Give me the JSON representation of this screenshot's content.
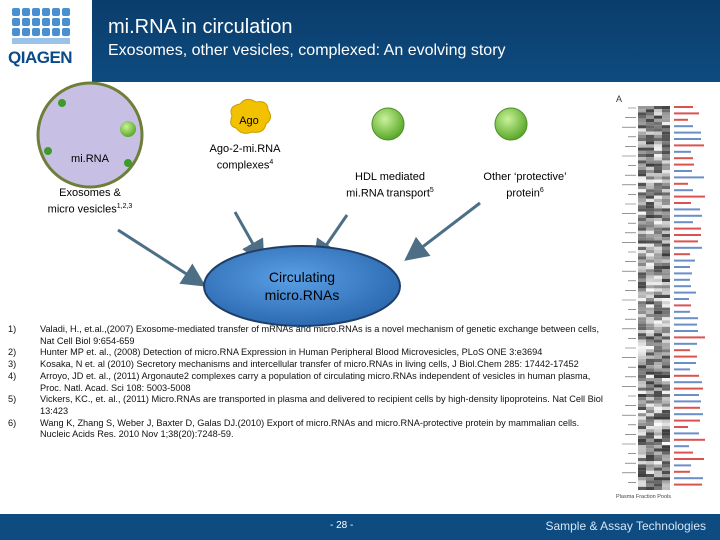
{
  "header": {
    "logo_text": "QIAGEN",
    "title": "mi.RNA in circulation",
    "subtitle": "Exosomes, other vesicles, complexed:  An evolving story"
  },
  "diagram": {
    "ago_label": "Ago",
    "mirna_label": "mi.RNA",
    "exosomes_label_line1": "Exosomes &",
    "exosomes_label_line2": "micro vesicles",
    "exosomes_sup": "1,2,3",
    "ago2_label_line1": "Ago-2-mi.RNA",
    "ago2_label_line2": "complexes",
    "ago2_sup": "4",
    "hdl_label_line1": "HDL mediated",
    "hdl_label_line2": "mi.RNA transport",
    "hdl_sup": "5",
    "protein_label_line1": "Other ‘protective’",
    "protein_label_line2": "protein",
    "protein_sup": "6",
    "center_line1": "Circulating",
    "center_line2": "micro.RNAs"
  },
  "references": [
    {
      "num": "1)",
      "text": "Valadi, H., et.al.,(2007) Exosome-mediated transfer of mRNAs and micro.RNAs is a novel mechanism of genetic exchange between cells, Nat Cell Biol 9:654-659"
    },
    {
      "num": "2)",
      "text": "Hunter MP et. al., (2008) Detection of micro.RNA Expression in Human Peripheral Blood Microvesicles, PLoS ONE 3:e3694"
    },
    {
      "num": "3)",
      "text": "Kosaka, N et. al (2010) Secretory mechanisms and intercellular transfer of micro.RNAs in living cells, J Biol.Chem 285: 17442-17452"
    },
    {
      "num": "4)",
      "text": "Arroyo, JD et. al., (2011) Argonaute2 complexes carry a population of circulating micro.RNAs independent of vesicles in human plasma, Proc. Natl. Acad. Sci 108: 5003-5008"
    },
    {
      "num": "5)",
      "text": "Vickers, KC., et. al., (2011) Micro.RNAs are transported in plasma and delivered to recipient cells by high-density lipoproteins. Nat Cell Biol 13:423"
    },
    {
      "num": "6)",
      "text": "Wang K, Zhang S, Weber J, Baxter D, Galas DJ.(2010) Export of micro.RNAs and micro.RNA-protective protein by mammalian cells. Nucleic Acids Res. 2010 Nov 1;38(20):7248-59."
    }
  ],
  "heatmap": {
    "panel_letter": "A",
    "bottom_label": "Plasma Fraction Pools"
  },
  "footer": {
    "page": "- 28 -",
    "tagline": "Sample & Assay Technologies"
  },
  "colors": {
    "brand": "#0e4b80",
    "vesicle_fill": "#c8c0e4",
    "ago_yellow": "#f2c200",
    "green": "#7bcc3a",
    "circle_blue": "#2f73c6"
  }
}
